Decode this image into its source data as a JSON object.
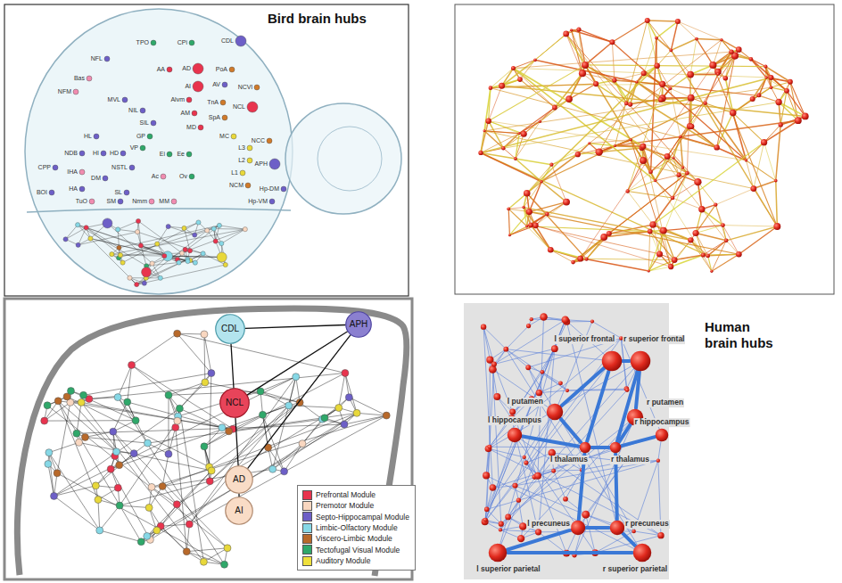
{
  "diagram": {
    "nodes": [
      {
        "text": [
          "CDL"
        ]
      },
      {
        "text": [
          "APH"
        ]
      },
      {
        "text": [
          "NCL"
        ]
      },
      {
        "text": [
          "AD"
        ]
      },
      {
        "text": [
          "AI"
        ]
      },
      {
        "text": [
          "l superior frontal"
        ]
      },
      {
        "text": [
          "r superior frontal"
        ]
      },
      {
        "text": [
          "l putamen"
        ]
      },
      {
        "text": [
          "r putamen"
        ]
      },
      {
        "text": [
          "l hippocampus"
        ]
      },
      {
        "text": [
          "r hippocampus"
        ]
      },
      {
        "text": [
          "l thalamus"
        ]
      },
      {
        "text": [
          "r thalamus"
        ]
      },
      {
        "text": [
          "l precuneus"
        ]
      },
      {
        "text": [
          "r precuneus"
        ]
      },
      {
        "text": [
          "l superior parietal"
        ]
      },
      {
        "text": [
          "r superior parietal"
        ]
      }
    ],
    "edges": [
      {
        "from": 0,
        "to": 1,
        "arrow": "none"
      },
      {
        "from": 0,
        "to": 2,
        "arrow": "none"
      },
      {
        "from": 1,
        "to": 2,
        "arrow": "none"
      },
      {
        "from": 2,
        "to": 3,
        "arrow": "none"
      },
      {
        "from": 3,
        "to": 4,
        "arrow": "none"
      },
      {
        "from": 1,
        "to": 3,
        "arrow": "none"
      },
      {
        "from": 5,
        "to": 6,
        "arrow": "none"
      },
      {
        "from": 5,
        "to": 11,
        "arrow": "none"
      },
      {
        "from": 6,
        "to": 12,
        "arrow": "none"
      },
      {
        "from": 11,
        "to": 12,
        "arrow": "none"
      },
      {
        "from": 11,
        "to": 13,
        "arrow": "none"
      },
      {
        "from": 12,
        "to": 14,
        "arrow": "none"
      },
      {
        "from": 13,
        "to": 14,
        "arrow": "none"
      },
      {
        "from": 13,
        "to": 15,
        "arrow": "none"
      },
      {
        "from": 14,
        "to": 16,
        "arrow": "none"
      },
      {
        "from": 15,
        "to": 16,
        "arrow": "none"
      },
      {
        "from": 5,
        "to": 7,
        "arrow": "none"
      },
      {
        "from": 6,
        "to": 8,
        "arrow": "none"
      },
      {
        "from": 7,
        "to": 11,
        "arrow": "none"
      },
      {
        "from": 8,
        "to": 12,
        "arrow": "none"
      },
      {
        "from": 9,
        "to": 11,
        "arrow": "none"
      },
      {
        "from": 10,
        "to": 12,
        "arrow": "none"
      }
    ],
    "labels": [
      "Bird brain hubs",
      "TPO",
      "CPi",
      "CDL",
      "NFL",
      "AA",
      "AD",
      "PoA",
      "Bas",
      "AI",
      "AV",
      "NCVl",
      "NFM",
      "MVL",
      "Alvm",
      "TnA",
      "NCL",
      "NIL",
      "AM",
      "SpA",
      "SIL",
      "MD",
      "HL",
      "GP",
      "MC",
      "NCC",
      "VP",
      "L3",
      "NDB",
      "HI",
      "HD",
      "Ei",
      "Ee",
      "L2",
      "APH",
      "L1",
      "CPP",
      "IHA",
      "NSTL",
      "DM",
      "Ac",
      "Ov",
      "NCM",
      "Hp-DM",
      "HA",
      "BOI",
      "SL",
      "TuO",
      "SM",
      "Nmm",
      "MM",
      "Hp-VM",
      "Human brain hubs"
    ],
    "legend": [
      {
        "text": "Prefrontal Module",
        "color": "#e8344e"
      },
      {
        "text": "Premotor Module",
        "color": "#f9d7c0"
      },
      {
        "text": "Septo-Hippocampal Module",
        "color": "#6d5fc7"
      },
      {
        "text": "Limbic-Olfactory Module",
        "color": "#86d8e6"
      },
      {
        "text": "Viscero-Limbic Module",
        "color": "#b8692a"
      },
      {
        "text": "Tectofugal Visual Module",
        "color": "#2fa86a"
      },
      {
        "text": "Auditory Module",
        "color": "#efe03c"
      }
    ]
  }
}
